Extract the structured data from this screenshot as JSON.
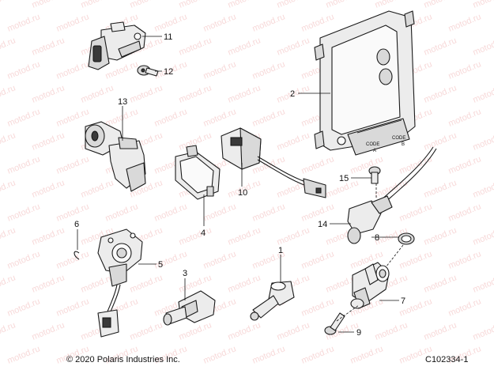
{
  "watermark": "motod.ru",
  "callouts": {
    "p1": "1",
    "p2": "2",
    "p3": "3",
    "p4": "4",
    "p5": "5",
    "p6": "6",
    "p7": "7",
    "p8": "8",
    "p9": "9",
    "p10": "10",
    "p11": "11",
    "p12": "12",
    "p13": "13",
    "p14": "14",
    "p15": "15"
  },
  "ecu_labels": {
    "code_a": "CODE",
    "code_a_letter": "A",
    "code_b": "CODE",
    "code_b_letter": "B"
  },
  "footer": {
    "copyright": "© 2020 Polaris Industries Inc.",
    "figure_id": "C102334-1"
  }
}
